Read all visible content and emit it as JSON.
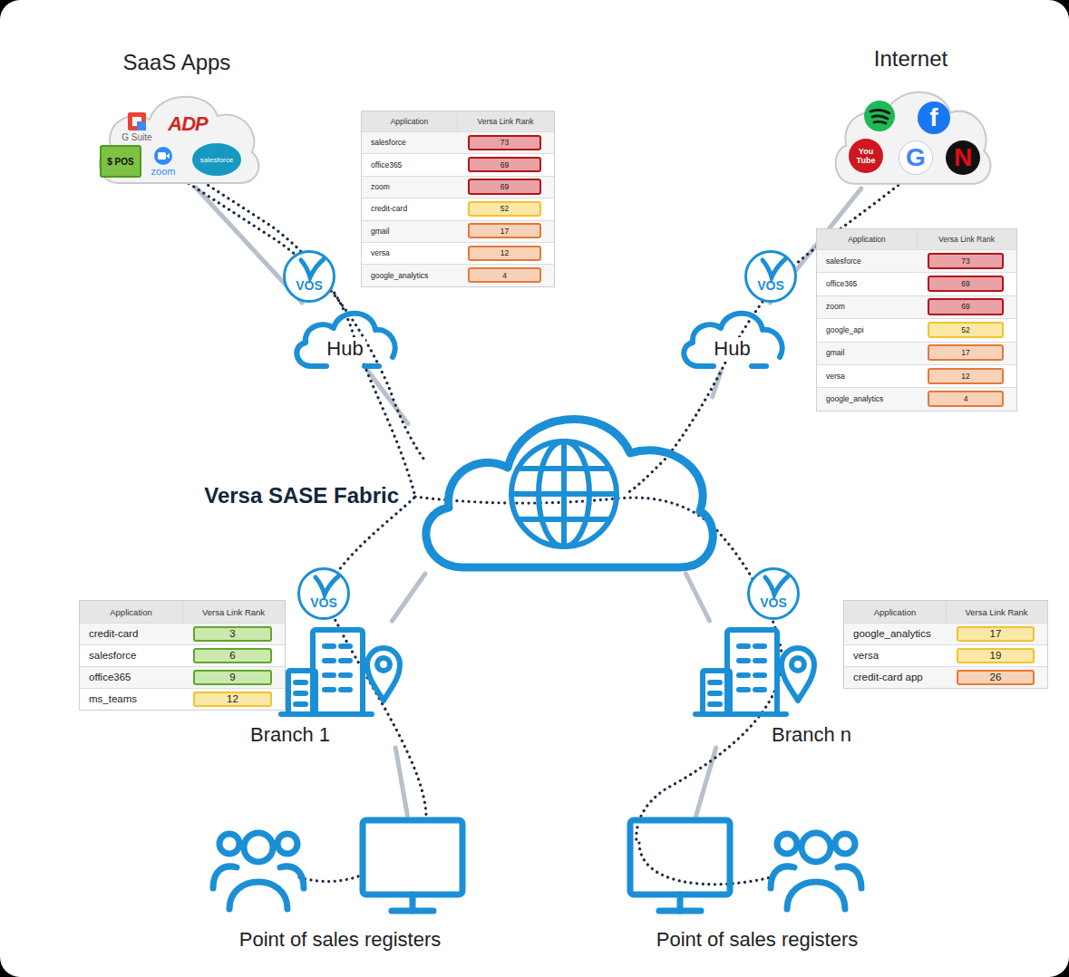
{
  "diagram": {
    "nodes": [
      {
        "text": [
          "SaaS Apps"
        ]
      },
      {
        "text": [
          "$ POS"
        ],
        "in": 0
      },
      {
        "text": [
          "Internet"
        ]
      },
      {
        "text": [
          "VOS"
        ]
      },
      {
        "text": [
          "Hub"
        ]
      },
      {
        "text": [
          "VOS"
        ]
      },
      {
        "text": [
          "Hub"
        ]
      },
      {
        "text": [
          "Versa SASE Fabric"
        ]
      },
      {
        "text": [
          "VOS"
        ]
      },
      {
        "text": [
          "Branch 1"
        ]
      },
      {
        "text": [
          "VOS"
        ]
      },
      {
        "text": [
          "Branch n"
        ]
      },
      {
        "text": [
          "Point of sales registers"
        ]
      },
      {
        "text": [
          "Point of sales registers"
        ]
      }
    ],
    "edges": [
      {
        "from": 0,
        "to": 4,
        "arrow": "none"
      },
      {
        "from": 4,
        "to": 7,
        "arrow": "none"
      },
      {
        "from": 7,
        "to": 9,
        "arrow": "none"
      },
      {
        "from": 9,
        "to": 12,
        "arrow": "none"
      },
      {
        "from": 2,
        "to": 6,
        "arrow": "none"
      },
      {
        "from": 6,
        "to": 7,
        "arrow": "none"
      },
      {
        "from": 7,
        "to": 11,
        "arrow": "none"
      },
      {
        "from": 11,
        "to": 13,
        "arrow": "none"
      }
    ],
    "labels": [
      "Application",
      "Versa Link Rank",
      "salesforce",
      "73",
      "office365",
      "69",
      "zoom",
      "69",
      "credit-card",
      "52",
      "gmail",
      "17",
      "versa",
      "12",
      "google_analytics",
      "4",
      "Application",
      "Versa Link Rank",
      "salesforce",
      "73",
      "office365",
      "69",
      "zoom",
      "69",
      "google_api",
      "52",
      "gmail",
      "17",
      "versa",
      "12",
      "google_analytics",
      "4",
      "Application",
      "Versa Link Rank",
      "credit-card",
      "3",
      "salesforce",
      "6",
      "office365",
      "9",
      "ms_teams",
      "12",
      "Application",
      "Versa Link Rank",
      "google_analytics",
      "17",
      "versa",
      "19",
      "credit-card app",
      "26",
      "G Suite",
      "ADP",
      "zoom",
      "salesforce",
      "f",
      "You Tube",
      "G",
      "N"
    ]
  }
}
